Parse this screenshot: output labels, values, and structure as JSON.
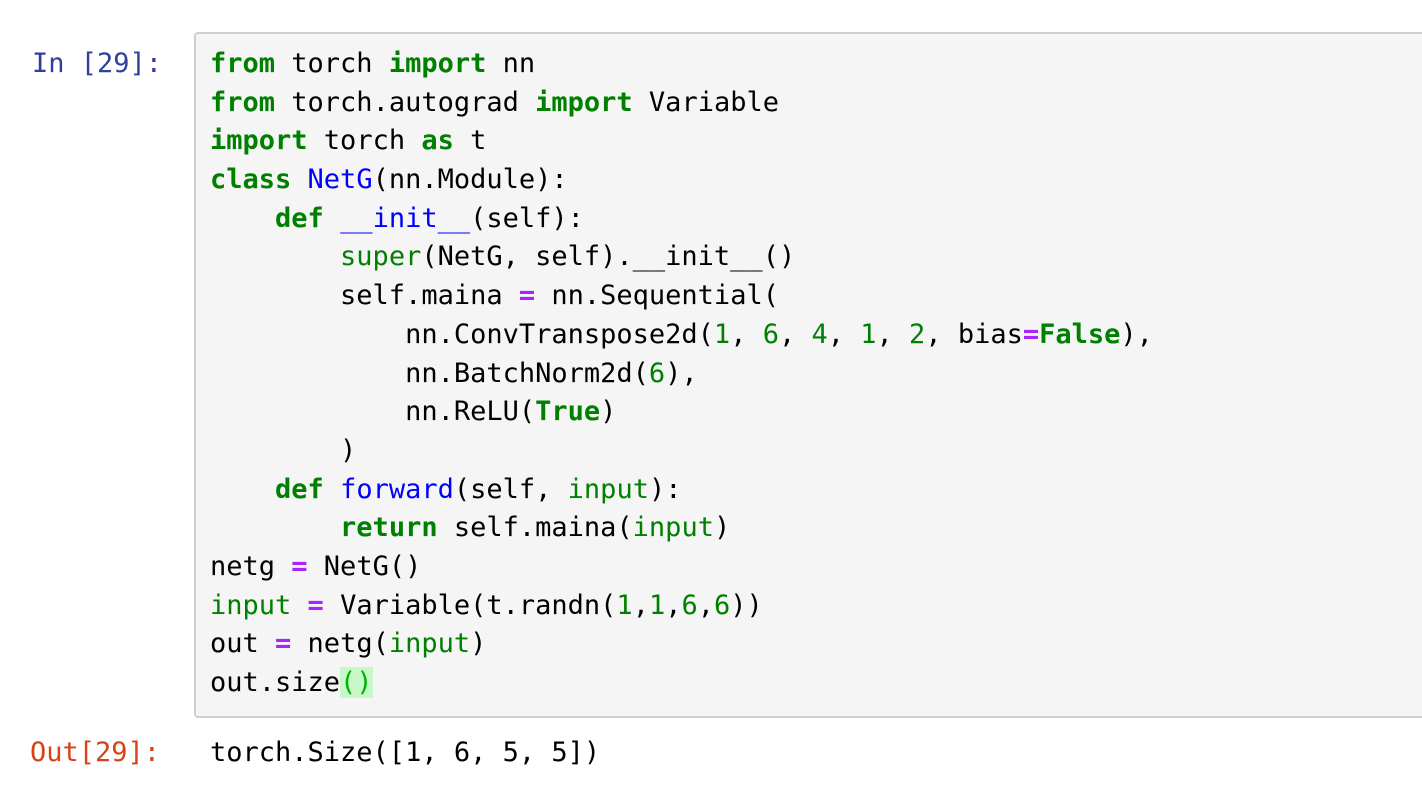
{
  "cell": {
    "input_prompt": "In [29]:",
    "output_prompt": "Out[29]:",
    "output_text": "torch.Size([1, 6, 5, 5])",
    "code_lines": [
      [
        [
          "kw",
          "from"
        ],
        [
          "t",
          " torch "
        ],
        [
          "kw",
          "import"
        ],
        [
          "t",
          " nn"
        ]
      ],
      [
        [
          "kw",
          "from"
        ],
        [
          "t",
          " torch.autograd "
        ],
        [
          "kw",
          "import"
        ],
        [
          "t",
          " Variable"
        ]
      ],
      [
        [
          "kw",
          "import"
        ],
        [
          "t",
          " torch "
        ],
        [
          "kw",
          "as"
        ],
        [
          "t",
          " t"
        ]
      ],
      [
        [
          "kw",
          "class"
        ],
        [
          "t",
          " "
        ],
        [
          "fn",
          "NetG"
        ],
        [
          "t",
          "(nn.Module):"
        ]
      ],
      [
        [
          "t",
          "    "
        ],
        [
          "kw",
          "def"
        ],
        [
          "t",
          " "
        ],
        [
          "fn",
          "__init__"
        ],
        [
          "t",
          "(self):"
        ]
      ],
      [
        [
          "t",
          "        "
        ],
        [
          "bi",
          "super"
        ],
        [
          "t",
          "(NetG, self).__init__()"
        ]
      ],
      [
        [
          "t",
          "        self.maina "
        ],
        [
          "op",
          "="
        ],
        [
          "t",
          " nn.Sequential("
        ]
      ],
      [
        [
          "t",
          "            nn.ConvTranspose2d("
        ],
        [
          "num",
          "1"
        ],
        [
          "t",
          ", "
        ],
        [
          "num",
          "6"
        ],
        [
          "t",
          ", "
        ],
        [
          "num",
          "4"
        ],
        [
          "t",
          ", "
        ],
        [
          "num",
          "1"
        ],
        [
          "t",
          ", "
        ],
        [
          "num",
          "2"
        ],
        [
          "t",
          ", bias"
        ],
        [
          "op",
          "="
        ],
        [
          "kw",
          "False"
        ],
        [
          "t",
          "),"
        ]
      ],
      [
        [
          "t",
          "            nn.BatchNorm2d("
        ],
        [
          "num",
          "6"
        ],
        [
          "t",
          "),"
        ]
      ],
      [
        [
          "t",
          "            nn.ReLU("
        ],
        [
          "kw",
          "True"
        ],
        [
          "t",
          ")"
        ]
      ],
      [
        [
          "t",
          "        )"
        ]
      ],
      [
        [
          "t",
          "    "
        ],
        [
          "kw",
          "def"
        ],
        [
          "t",
          " "
        ],
        [
          "fn",
          "forward"
        ],
        [
          "t",
          "(self, "
        ],
        [
          "bi",
          "input"
        ],
        [
          "t",
          "):"
        ]
      ],
      [
        [
          "t",
          "        "
        ],
        [
          "kw",
          "return"
        ],
        [
          "t",
          " self.maina("
        ],
        [
          "bi",
          "input"
        ],
        [
          "t",
          ")"
        ]
      ],
      [
        [
          "t",
          "netg "
        ],
        [
          "op",
          "="
        ],
        [
          "t",
          " NetG()"
        ]
      ],
      [
        [
          "bi",
          "input"
        ],
        [
          "t",
          " "
        ],
        [
          "op",
          "="
        ],
        [
          "t",
          " Variable(t.randn("
        ],
        [
          "num",
          "1"
        ],
        [
          "t",
          ","
        ],
        [
          "num",
          "1"
        ],
        [
          "t",
          ","
        ],
        [
          "num",
          "6"
        ],
        [
          "t",
          ","
        ],
        [
          "num",
          "6"
        ],
        [
          "t",
          "))"
        ]
      ],
      [
        [
          "t",
          "out "
        ],
        [
          "op",
          "="
        ],
        [
          "t",
          " netg("
        ],
        [
          "bi",
          "input"
        ],
        [
          "t",
          ")"
        ]
      ],
      [
        [
          "t",
          "out.size"
        ],
        [
          "match",
          "()"
        ]
      ]
    ]
  },
  "colors": {
    "input_prompt": "#303F9F",
    "output_prompt": "#D84315",
    "keyword": "#008000",
    "function_name": "#0000FF",
    "cell_background": "#f5f5f5",
    "cell_border": "#cfcfcf"
  }
}
